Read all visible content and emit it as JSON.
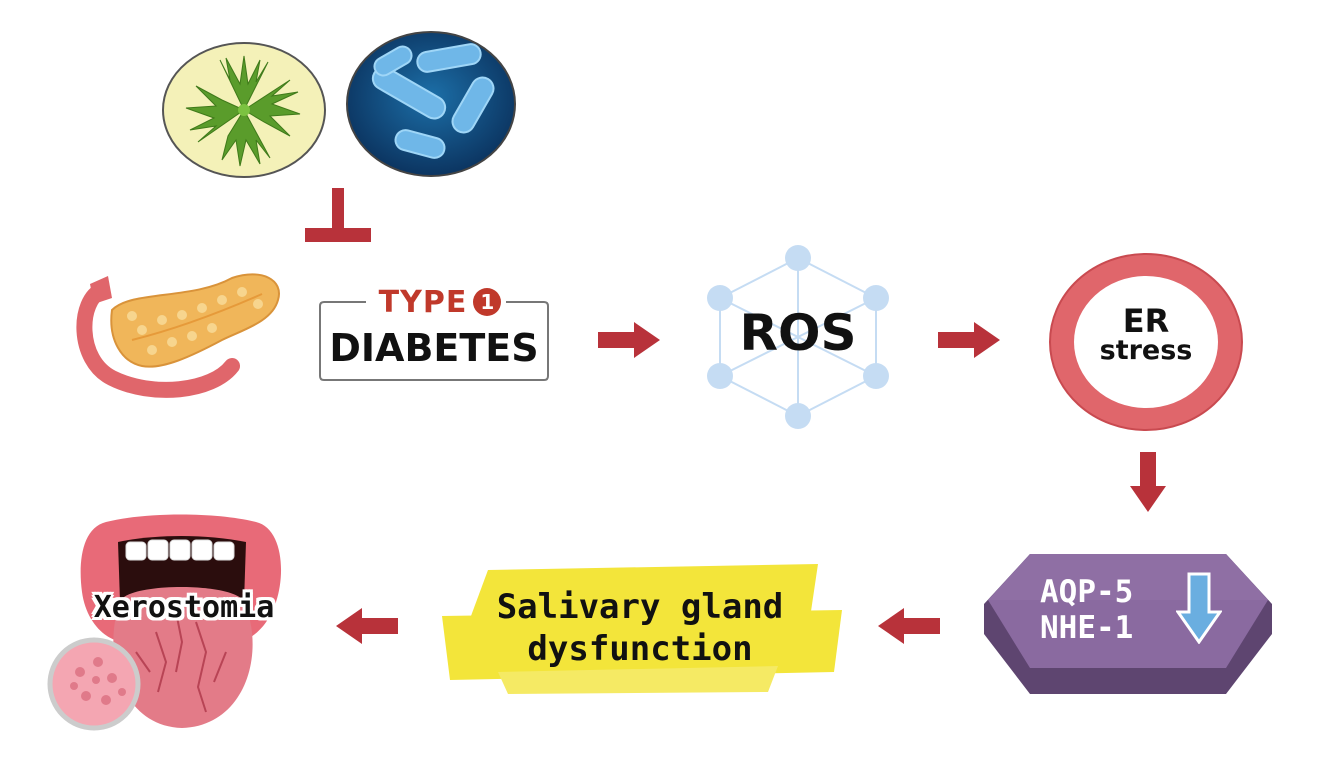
{
  "diagram": {
    "type_label": "TYPE",
    "type_number": "1",
    "diabetes_label": "DIABETES",
    "ros_label": "ROS",
    "er_line1": "ER",
    "er_line2": "stress",
    "aqp_line1": "AQP-5",
    "aqp_line2": "NHE-1",
    "salivary_line1": "Salivary gland",
    "salivary_line2": "dysfunction",
    "xerostomia_label": "Xerostomia"
  },
  "icons": [
    "plant-extract-icon",
    "bacteria-icon",
    "inhibition-symbol",
    "pancreas-icon",
    "molecule-network-icon",
    "down-arrow-icon",
    "mouth-tongue-icon"
  ],
  "colors": {
    "arrow": "#b8323a",
    "type_red": "#c0392b",
    "er_ring": "#e0666b",
    "hexagon_purple": "#7b5a8e",
    "highlight_yellow": "#f3e53a",
    "down_arrow_blue": "#6aaee0",
    "ros_node": "#c5dcf3"
  }
}
